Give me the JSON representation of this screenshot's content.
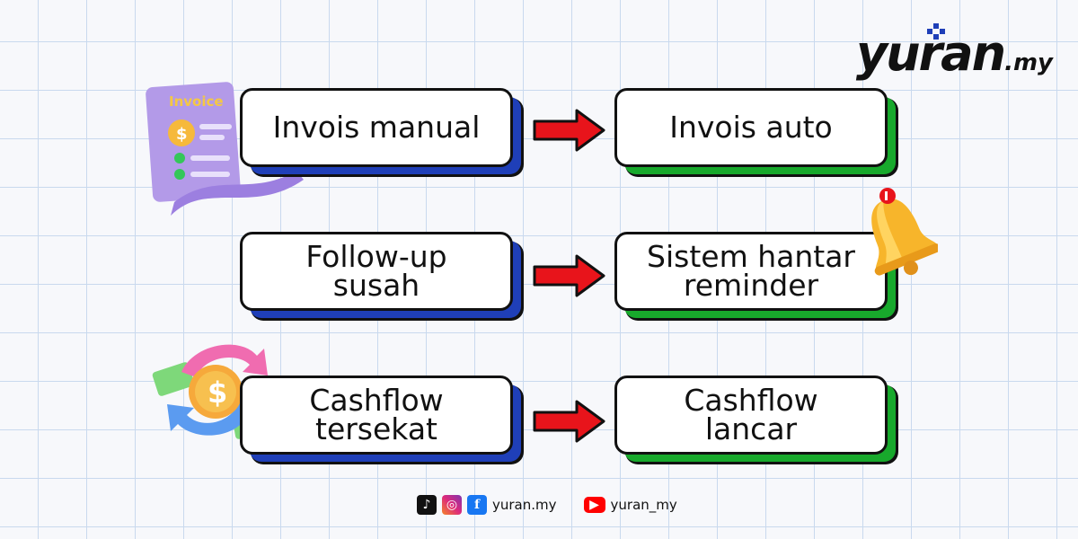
{
  "brand": {
    "name": "yuran",
    "tld": ".my"
  },
  "rows": [
    {
      "left": "Invois manual",
      "right": "Invois auto"
    },
    {
      "left": "Follow-up\nsusah",
      "right": "Sistem hantar\nreminder"
    },
    {
      "left": "Cashflow\ntersekat",
      "right": "Cashflow\nlancar"
    }
  ],
  "invoice_icon": {
    "title": "Invoice"
  },
  "footer": {
    "handle1": "yuran.my",
    "handle2": "yuran_my"
  },
  "colors": {
    "left_shadow": "#1f3fb8",
    "right_shadow": "#18a92c",
    "arrow": "#e8141b",
    "grid": "#c9d9ee"
  }
}
